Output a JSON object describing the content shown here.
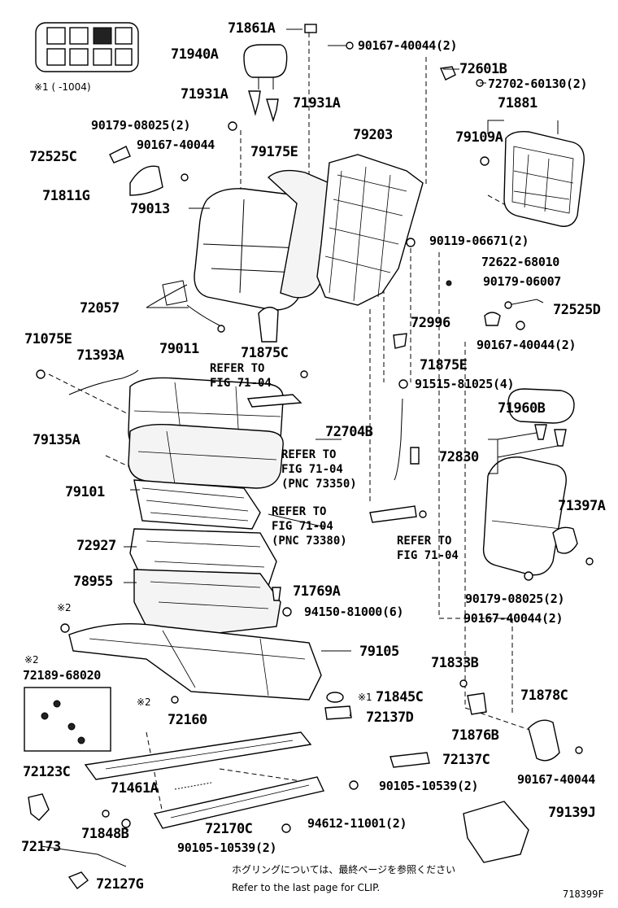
{
  "note_top": "※1 (     -1004)",
  "labels": {
    "p71861A": "71861A",
    "p90167_40044_2a": "90167-40044(2)",
    "p71940A": "71940A",
    "p72601B": "72601B",
    "p72702_60130_2": "72702-60130(2)",
    "p71931A_l": "71931A",
    "p71931A_r": "71931A",
    "p71881": "71881",
    "p90179_08025_2a": "90179-08025(2)",
    "p79203": "79203",
    "p79109A": "79109A",
    "p72525C": "72525C",
    "p90167_40044a": "90167-40044",
    "p79175E": "79175E",
    "p71811G": "71811G",
    "p79013": "79013",
    "p90119_06671_2": "90119-06671(2)",
    "p72622_68010": "72622-68010",
    "p90179_06007": "90179-06007",
    "p72057": "72057",
    "p72525D": "72525D",
    "p72996": "72996",
    "p71075E": "71075E",
    "p90167_40044_2b": "90167-40044(2)",
    "p71393A": "71393A",
    "p79011": "79011",
    "p71875C": "71875C",
    "p71875E": "71875E",
    "p91515_81025_4": "91515-81025(4)",
    "p71960B": "71960B",
    "p72704B": "72704B",
    "p79135A": "79135A",
    "p72830": "72830",
    "p79101": "79101",
    "p71397A": "71397A",
    "p72927": "72927",
    "p78955": "78955",
    "p71769A": "71769A",
    "p90179_08025_2b": "90179-08025(2)",
    "p90167_40044_2c": "90167-40044(2)",
    "p94150_81000_6": "94150-81000(6)",
    "p79105": "79105",
    "p71833B": "71833B",
    "p72189_68020": "72189-68020",
    "p71845C": "71845C",
    "p71878C": "71878C",
    "p72160": "72160",
    "p72137D": "72137D",
    "p71876B": "71876B",
    "p72137C": "72137C",
    "p72123C": "72123C",
    "p71461A": "71461A",
    "p90105_10539_2a": "90105-10539(2)",
    "p90167_40044d": "90167-40044",
    "p79139J": "79139J",
    "p71848B": "71848B",
    "p72170C": "72170C",
    "p94612_11001_2": "94612-11001(2)",
    "p72173": "72173",
    "p90105_10539_2b": "90105-10539(2)",
    "p72127G": "72127G"
  },
  "marks": {
    "star2_a": "※2",
    "star2_b": "※2",
    "star2_c": "※2",
    "star1": "※1"
  },
  "refs": {
    "ref1_l1": "REFER TO",
    "ref1_l2": "FIG 71-04",
    "ref2_l1": "REFER TO",
    "ref2_l2": "FIG 71-04",
    "ref2_l3": "(PNC 73350)",
    "ref3_l1": "REFER TO",
    "ref3_l2": "FIG 71-04",
    "ref3_l3": "(PNC 73380)",
    "ref4_l1": "REFER TO",
    "ref4_l2": "FIG 71-04"
  },
  "footer": {
    "jp_note": "ホグリングについては、最終ページを参照ください",
    "en_note": "Refer to the last page for CLIP.",
    "figure_id": "718399F"
  }
}
